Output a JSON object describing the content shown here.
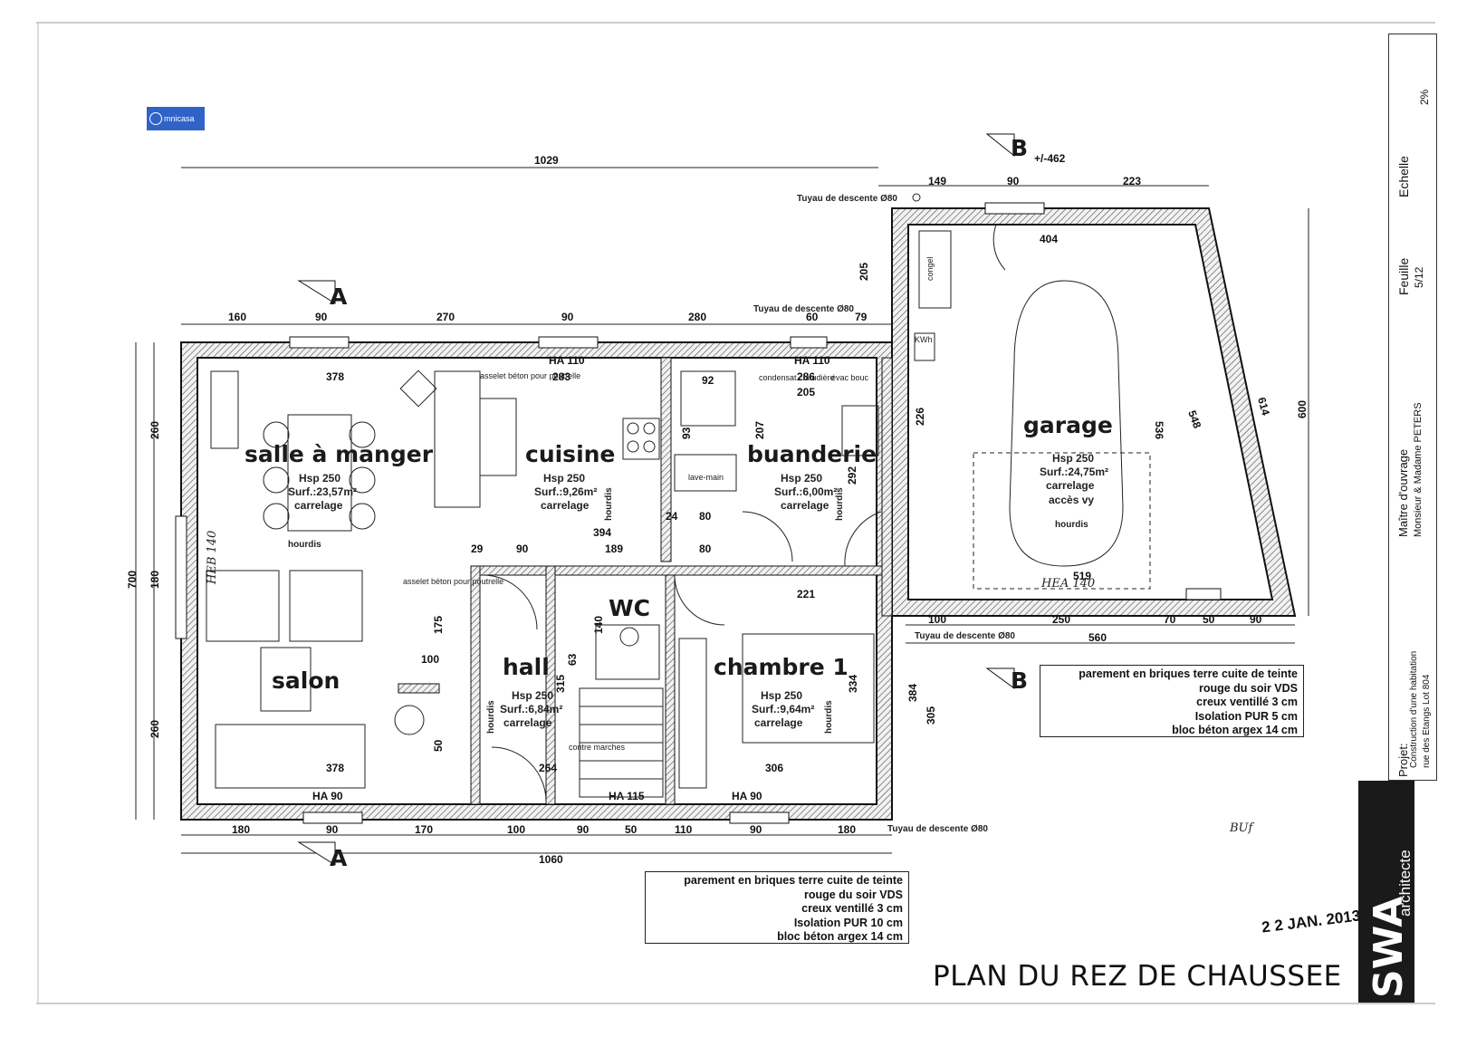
{
  "logo": {
    "text": "mnicasa"
  },
  "title": "PLAN DU REZ DE CHAUSSEE",
  "date": "2 2 JAN. 2013",
  "signature": "BUf",
  "rooms": {
    "salle": {
      "name": "salle à manger",
      "hsp": "Hsp 250",
      "surf": "Surf.:23,57m²",
      "floor": "carrelage"
    },
    "salon": {
      "name": "salon"
    },
    "cuisine": {
      "name": "cuisine",
      "hsp": "Hsp 250",
      "surf": "Surf.:9,26m²",
      "floor": "carrelage"
    },
    "buanderie": {
      "name": "buanderie",
      "hsp": "Hsp 250",
      "surf": "Surf.:6,00m²",
      "floor": "carrelage"
    },
    "garage": {
      "name": "garage",
      "hsp": "Hsp 250",
      "surf": "Surf.:24,75m²",
      "floor": "carrelage",
      "extra": "accès vy"
    },
    "hall": {
      "name": "hall",
      "hsp": "Hsp 250",
      "surf": "Surf.:6,84m²",
      "floor": "carrelage"
    },
    "wc": {
      "name": "WC"
    },
    "chambre": {
      "name": "chambre 1",
      "hsp": "Hsp 250",
      "surf": "Surf.:9,64m²",
      "floor": "carrelage"
    }
  },
  "dims": {
    "top_total": "1029",
    "bottom_total": "1060",
    "left_total": "700",
    "garage_right": "600",
    "top": [
      "160",
      "90",
      "270",
      "90",
      "280",
      "60",
      "79"
    ],
    "bottom": [
      "180",
      "90",
      "170",
      "100",
      "90",
      "50",
      "110",
      "90",
      "180"
    ],
    "garage_top": [
      "149",
      "90",
      "223"
    ],
    "garage_bottom": [
      "100",
      "250",
      "70",
      "50",
      "90"
    ],
    "garage_total": "560",
    "left": [
      "260",
      "180",
      "260"
    ],
    "level": "+/-462",
    "misc": [
      "378",
      "283",
      "286",
      "205",
      "292",
      "394",
      "189",
      "80",
      "90",
      "29",
      "221",
      "334",
      "306",
      "378",
      "264",
      "315",
      "63",
      "140",
      "175",
      "100",
      "50",
      "384",
      "305",
      "536",
      "548",
      "614",
      "519",
      "404",
      "92",
      "207",
      "93",
      "24",
      "80",
      "226",
      "205"
    ]
  },
  "beams": [
    "HA 110",
    "HA 110",
    "HA 90",
    "HA 115",
    "HA 90",
    "HEA 140",
    "HEB 140"
  ],
  "labels": {
    "tuyau": "Tuyau de descente Ø80",
    "hourdis": "hourdis",
    "assiet": "asselet béton pour poutrelle",
    "contremarches": "contre marches",
    "section_a": "A",
    "section_b": "B",
    "congel": "congel",
    "kwh": "KWh",
    "condensat": "condensat chaudière",
    "evac": "évac bouc",
    "lave": "lave-main"
  },
  "note_garage": [
    "parement en briques terre cuite de teinte",
    "rouge du soir  VDS",
    "creux ventillé 3 cm",
    "Isolation PUR 5 cm",
    "bloc béton argex 14 cm"
  ],
  "note_main": [
    "parement en briques terre cuite de teinte",
    "rouge du soir  VDS",
    "creux ventillé 3 cm",
    "Isolation PUR 10 cm",
    "bloc béton argex 14 cm"
  ],
  "cartouche": {
    "echelle_label": "Echelle",
    "echelle_value": "2%",
    "feuille_label": "Feuille",
    "feuille_value": "5/12",
    "maitre_label": "Maître d'ouvrage",
    "maitre_value": "Monsieur & Madame PETERS",
    "projet_label": "Projet:",
    "projet_value": "Construction d'une habitation",
    "projet_addr": "rue des Etangs Lot 804",
    "brand": "SWA",
    "brand_sub": "architecte"
  }
}
